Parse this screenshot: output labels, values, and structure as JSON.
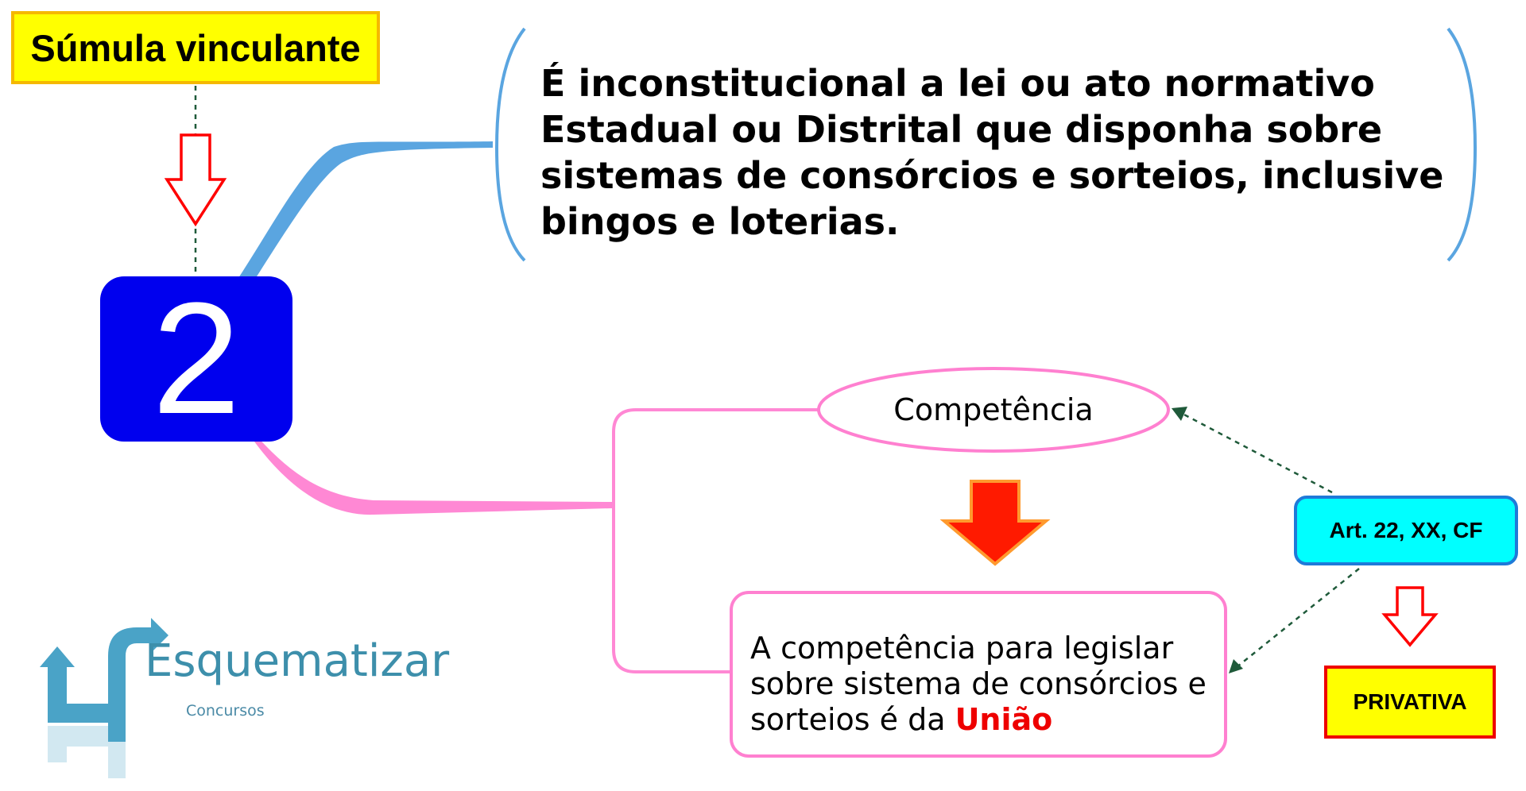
{
  "header": {
    "title": "Súmula vinculante"
  },
  "sumula_number": "2",
  "statement": "É inconstitucional a lei ou ato normativo Estadual ou Distrital que disponha sobre sistemas de consórcios e sorteios, inclusive bingos e loterias.",
  "competencia_label": "Competência",
  "conclusion": {
    "text": "A competência para legislar sobre sistema de consórcios e sorteios é da ",
    "highlight": "União"
  },
  "legal_basis": "Art. 22, XX, CF",
  "competence_type": "PRIVATIVA",
  "logo": {
    "name": "Esquematizar",
    "subtitle": "Concursos"
  },
  "colors": {
    "blue_branch": "#5aa5e0",
    "pink_branch": "#ff88d4",
    "number_box": "#0000ee",
    "title_box": "#ffff00",
    "arrow_red": "#ff1a00",
    "arrow_orange": "#ff9a2e",
    "dashed_connector": "#1f5a3a",
    "art_box": "#00ffff"
  },
  "icons": [
    "down-arrow-outline-icon",
    "down-arrow-filled-icon",
    "esquematizar-logo-icon"
  ]
}
